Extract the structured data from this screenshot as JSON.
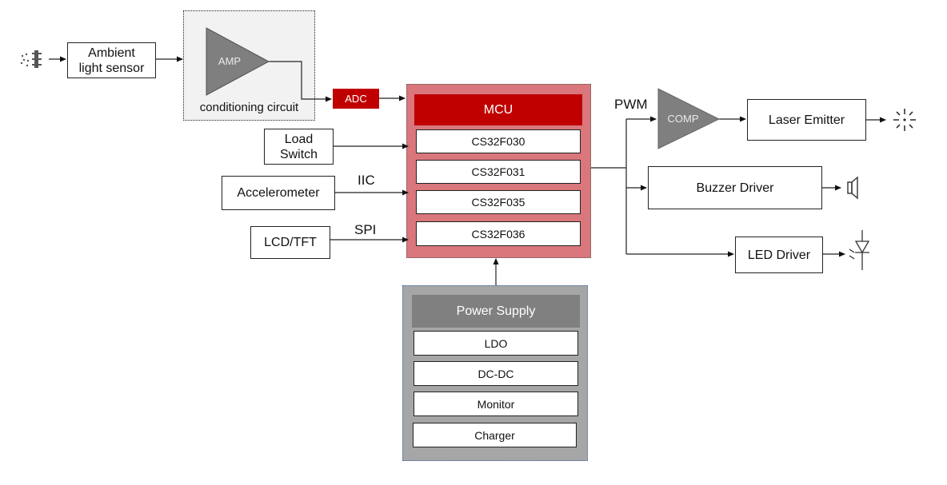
{
  "sensor": {
    "label_line1": "Ambient",
    "label_line2": "light sensor"
  },
  "conditioning": {
    "amp_label": "AMP",
    "caption": "conditioning circuit"
  },
  "adc": {
    "label": "ADC",
    "color": "#c00000"
  },
  "mcu": {
    "title": "MCU",
    "title_color": "#c00000",
    "panel_color": "#d9777c",
    "chips": [
      "CS32F030",
      "CS32F031",
      "CS32F035",
      "CS32F036"
    ]
  },
  "inputs": {
    "load_switch_line1": "Load",
    "load_switch_line2": "Switch",
    "accelerometer": "Accelerometer",
    "lcd": "LCD/TFT"
  },
  "signals": {
    "iic": "IIC",
    "spi": "SPI",
    "pwm": "PWM"
  },
  "outputs": {
    "comp_label": "COMP",
    "laser": "Laser Emitter",
    "buzzer": "Buzzer Driver",
    "led": "LED Driver"
  },
  "power": {
    "title": "Power Supply",
    "panel_color": "#a6a6a6",
    "title_color": "#808080",
    "items": [
      "LDO",
      "DC-DC",
      "Monitor",
      "Charger"
    ]
  },
  "icons": [
    "light-source-icon",
    "laser-burst-icon",
    "buzzer-speaker-icon",
    "led-diode-icon"
  ]
}
